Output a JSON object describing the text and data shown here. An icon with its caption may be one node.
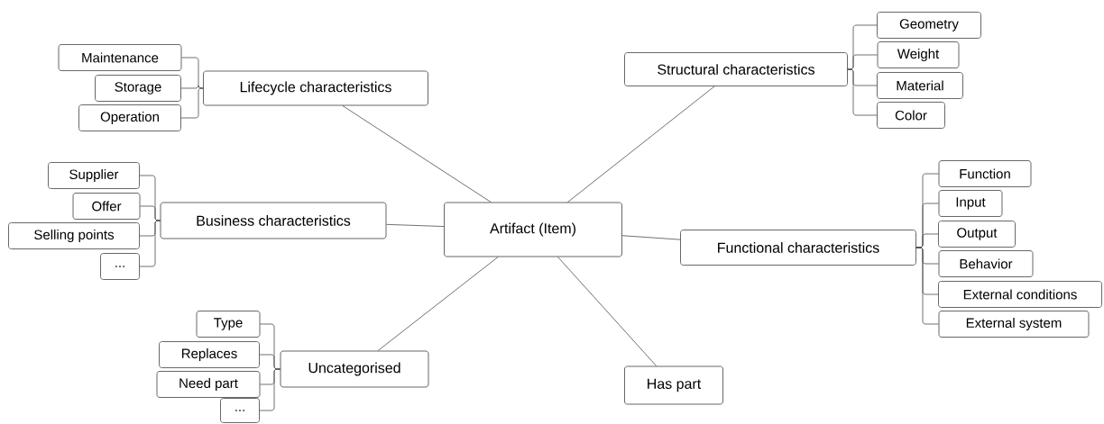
{
  "diagram": {
    "nodes": [
      {
        "text": [
          "Artifact (Item)"
        ]
      },
      {
        "text": [
          "Lifecycle characteristics"
        ]
      },
      {
        "text": [
          "Maintenance"
        ]
      },
      {
        "text": [
          "Storage"
        ]
      },
      {
        "text": [
          "Operation"
        ]
      },
      {
        "text": [
          "Structural characteristics"
        ]
      },
      {
        "text": [
          "Geometry"
        ]
      },
      {
        "text": [
          "Weight"
        ]
      },
      {
        "text": [
          "Material"
        ]
      },
      {
        "text": [
          "Color"
        ]
      },
      {
        "text": [
          "Business characteristics"
        ]
      },
      {
        "text": [
          "Supplier"
        ]
      },
      {
        "text": [
          "Offer"
        ]
      },
      {
        "text": [
          "Selling points"
        ]
      },
      {
        "text": [
          "..."
        ]
      },
      {
        "text": [
          "Functional characteristics"
        ]
      },
      {
        "text": [
          "Function"
        ]
      },
      {
        "text": [
          "Input"
        ]
      },
      {
        "text": [
          "Output"
        ]
      },
      {
        "text": [
          "Behavior"
        ]
      },
      {
        "text": [
          "External conditions"
        ]
      },
      {
        "text": [
          "External system"
        ]
      },
      {
        "text": [
          "Uncategorised"
        ]
      },
      {
        "text": [
          "Type"
        ]
      },
      {
        "text": [
          "Replaces"
        ]
      },
      {
        "text": [
          "Need part"
        ]
      },
      {
        "text": [
          "..."
        ]
      },
      {
        "text": [
          "Has part"
        ]
      }
    ],
    "edges": [
      {
        "from": 0,
        "to": 1,
        "arrow": "none"
      },
      {
        "from": 1,
        "to": 2,
        "arrow": "none"
      },
      {
        "from": 1,
        "to": 3,
        "arrow": "none"
      },
      {
        "from": 1,
        "to": 4,
        "arrow": "none"
      },
      {
        "from": 0,
        "to": 5,
        "arrow": "none"
      },
      {
        "from": 5,
        "to": 6,
        "arrow": "none"
      },
      {
        "from": 5,
        "to": 7,
        "arrow": "none"
      },
      {
        "from": 5,
        "to": 8,
        "arrow": "none"
      },
      {
        "from": 5,
        "to": 9,
        "arrow": "none"
      },
      {
        "from": 0,
        "to": 10,
        "arrow": "none"
      },
      {
        "from": 10,
        "to": 11,
        "arrow": "none"
      },
      {
        "from": 10,
        "to": 12,
        "arrow": "none"
      },
      {
        "from": 10,
        "to": 13,
        "arrow": "none"
      },
      {
        "from": 10,
        "to": 14,
        "arrow": "none"
      },
      {
        "from": 0,
        "to": 15,
        "arrow": "none"
      },
      {
        "from": 15,
        "to": 16,
        "arrow": "none"
      },
      {
        "from": 15,
        "to": 17,
        "arrow": "none"
      },
      {
        "from": 15,
        "to": 18,
        "arrow": "none"
      },
      {
        "from": 15,
        "to": 19,
        "arrow": "none"
      },
      {
        "from": 15,
        "to": 20,
        "arrow": "none"
      },
      {
        "from": 15,
        "to": 21,
        "arrow": "none"
      },
      {
        "from": 0,
        "to": 22,
        "arrow": "none"
      },
      {
        "from": 22,
        "to": 23,
        "arrow": "none"
      },
      {
        "from": 22,
        "to": 24,
        "arrow": "none"
      },
      {
        "from": 22,
        "to": 25,
        "arrow": "none"
      },
      {
        "from": 22,
        "to": 26,
        "arrow": "none"
      },
      {
        "from": 0,
        "to": 27,
        "arrow": "none"
      }
    ]
  }
}
